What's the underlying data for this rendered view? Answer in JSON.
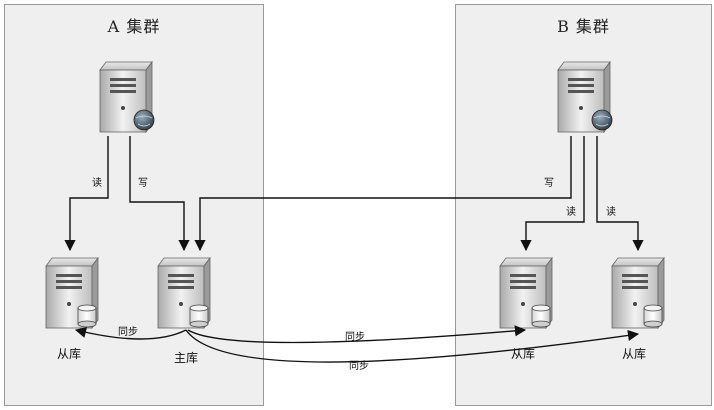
{
  "clusters": {
    "a": {
      "title": "A 集群"
    },
    "b": {
      "title": "B 集群"
    }
  },
  "labels": {
    "read": "读",
    "write": "写",
    "sync": "同步",
    "slave": "从库",
    "master": "主库"
  },
  "colors": {
    "cluster_bg": "#efefef",
    "cluster_border": "#9a9a9a",
    "line": "#111111"
  }
}
